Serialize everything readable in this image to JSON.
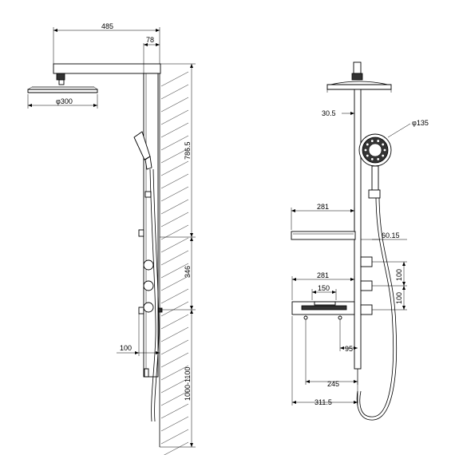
{
  "dimensions": {
    "side_view": {
      "arm_length": "485",
      "arm_offset": "78",
      "head_diameter": "φ300",
      "upper_height": "786.5",
      "valve_spacing": "346",
      "install_height": "1000-1100",
      "spout_projection": "100"
    },
    "front_view": {
      "head_offset": "30.5",
      "hand_shower_diameter": "φ135",
      "upper_shelf_width": "281",
      "outlet_projection": "60.15",
      "lower_shelf_width": "281",
      "soap_dish_width": "150",
      "valve_spacing_top": "100",
      "valve_spacing_bottom": "100",
      "pipe_offset": "95",
      "bracket_width": "245",
      "total_width": "311.5"
    }
  }
}
